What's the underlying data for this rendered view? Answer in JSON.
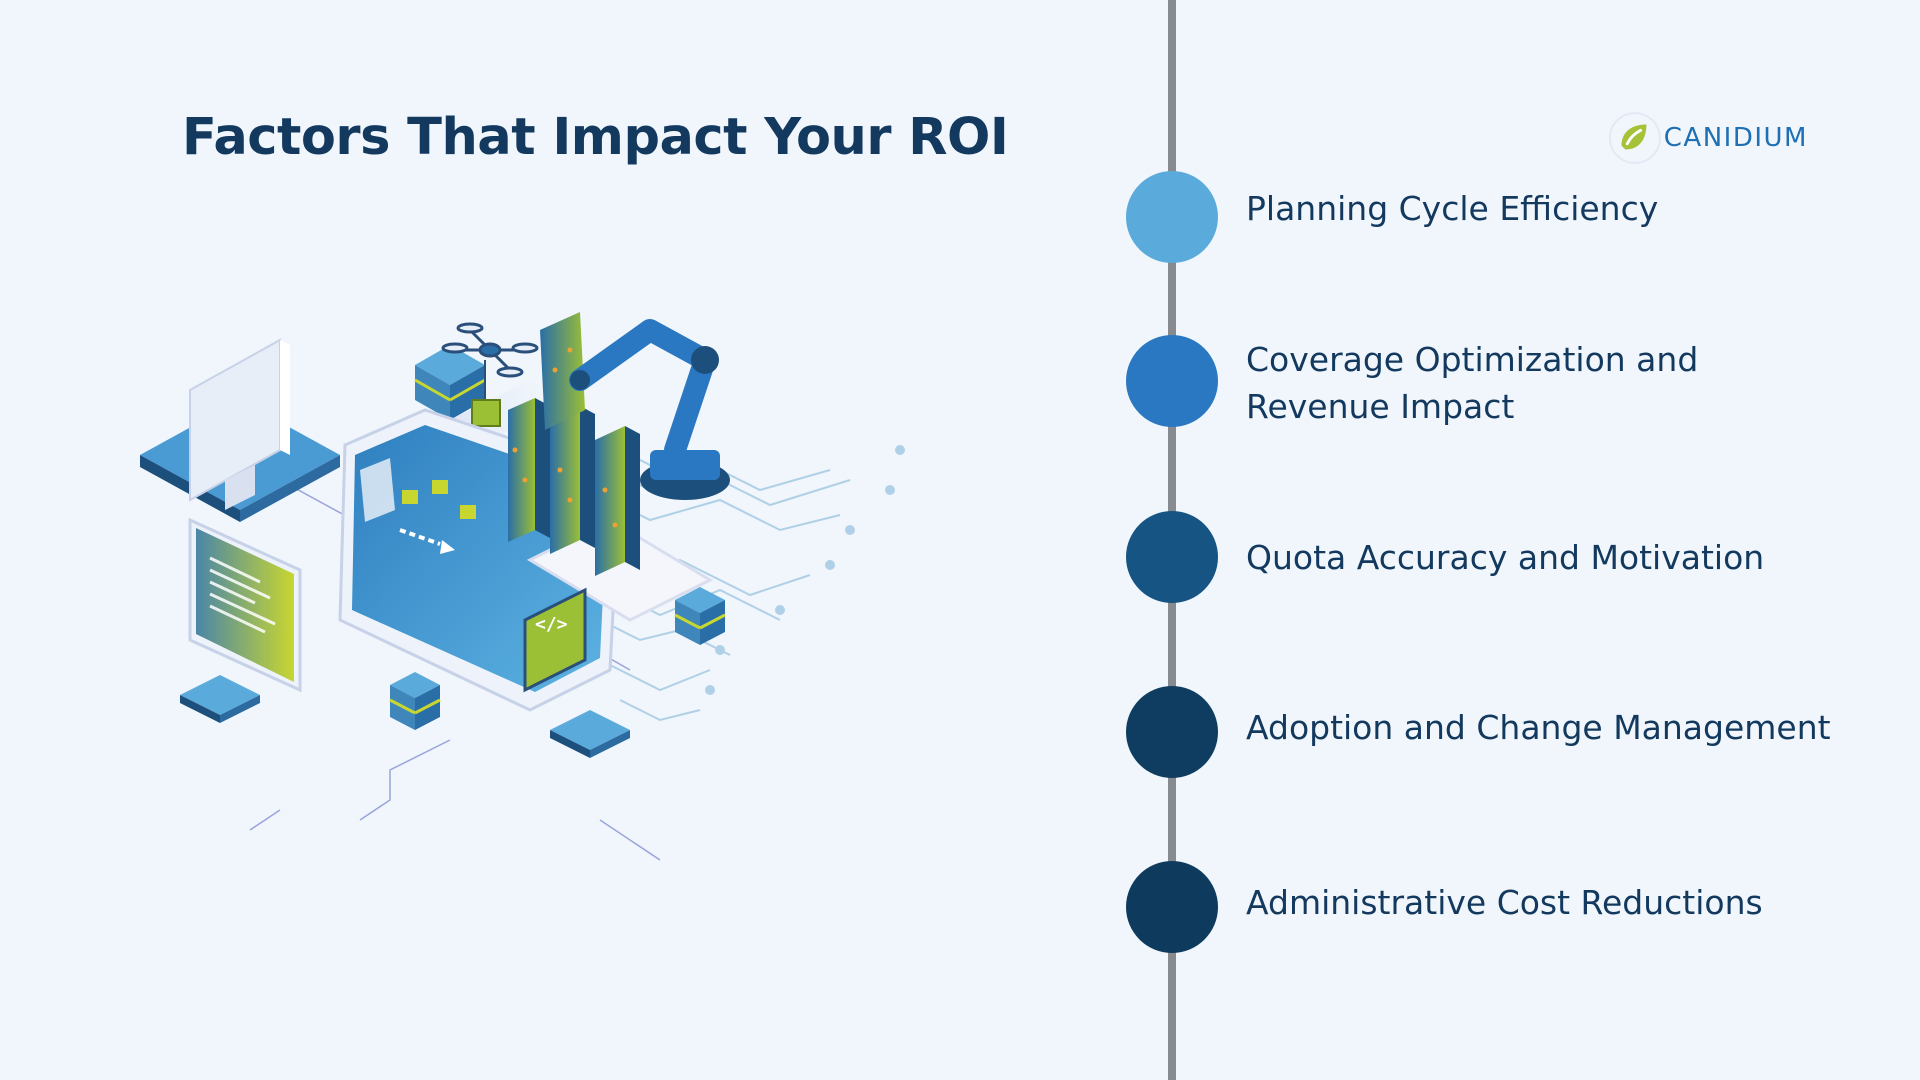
{
  "title": "Factors That Impact Your ROI",
  "brand": {
    "name": "CANIDIUM",
    "color": "#1f6fb5",
    "accent": "#a6c238"
  },
  "factors": [
    {
      "label": "Planning Cycle Efficiency",
      "color": "#5aabdb"
    },
    {
      "label": "Coverage Optimization and Revenue Impact",
      "color": "#2a78c2"
    },
    {
      "label": "Quota Accuracy and Motivation",
      "color": "#155483"
    },
    {
      "label": "Adoption and Change Management",
      "color": "#0f3d61"
    },
    {
      "label": "Administrative Cost Reductions",
      "color": "#0e3a5e"
    }
  ],
  "illustration": {
    "icons": [
      "monitor-icon",
      "drone-icon",
      "robot-arm-icon",
      "server-rack-icon",
      "code-window-icon",
      "database-icon",
      "circuit-board-icon"
    ]
  }
}
